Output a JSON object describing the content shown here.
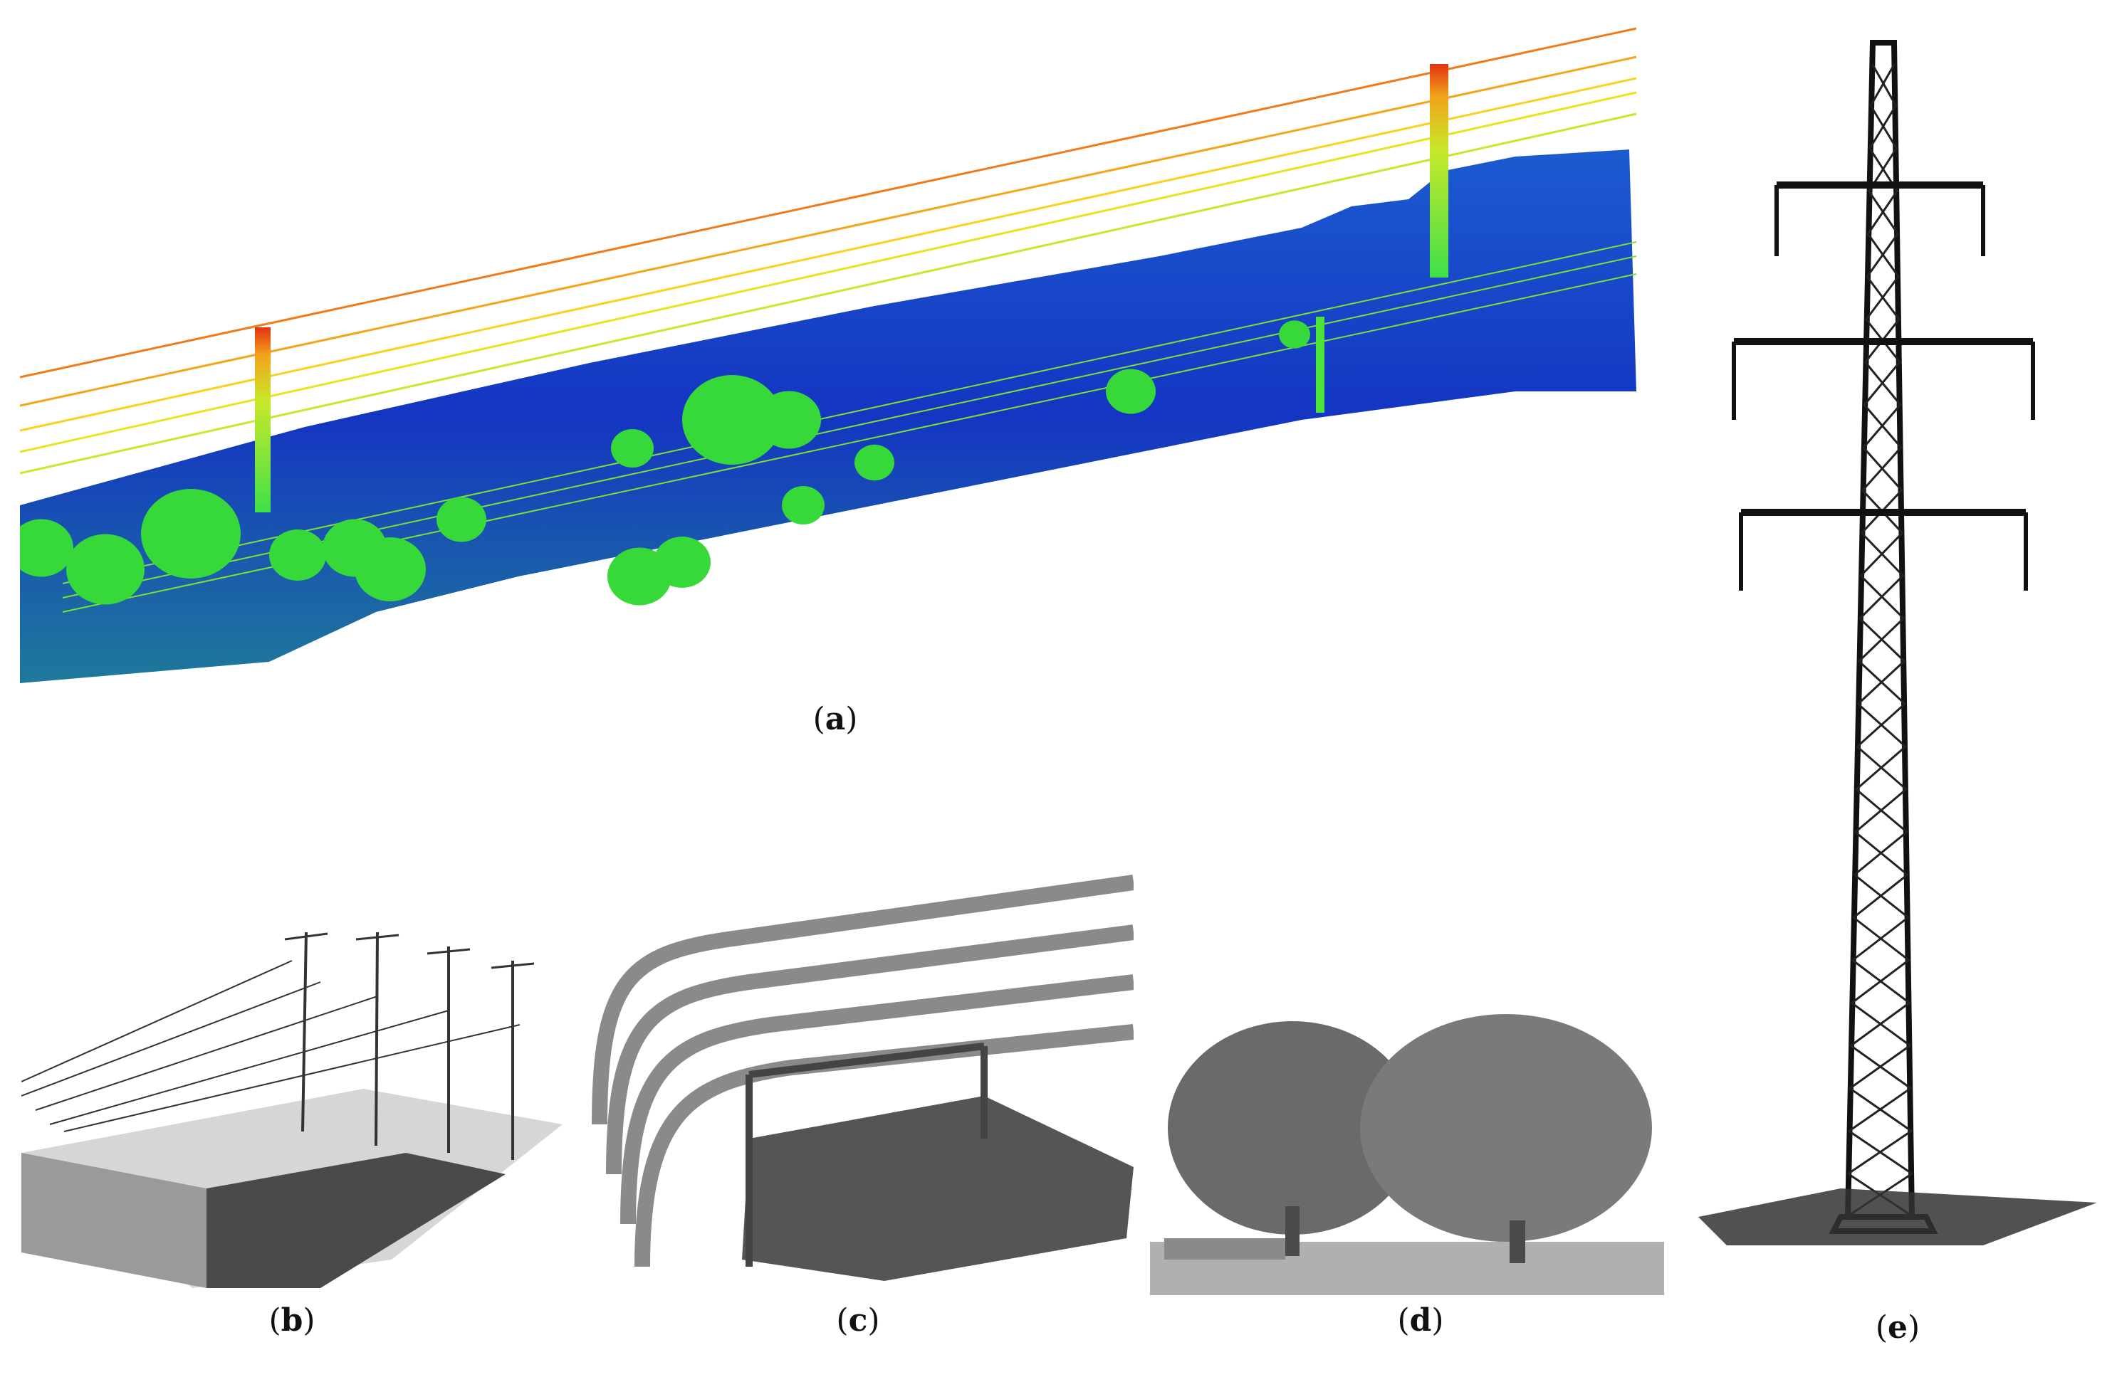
{
  "figure": {
    "panels": [
      {
        "id": "a",
        "label_open": "(",
        "label_letter": "a",
        "label_close": ")"
      },
      {
        "id": "b",
        "label_open": "(",
        "label_letter": "b",
        "label_close": ")"
      },
      {
        "id": "c",
        "label_open": "(",
        "label_letter": "c",
        "label_close": ")"
      },
      {
        "id": "d",
        "label_open": "(",
        "label_letter": "d",
        "label_close": ")"
      },
      {
        "id": "e",
        "label_open": "(",
        "label_letter": "e",
        "label_close": ")"
      }
    ]
  },
  "colors": {
    "ground_dark": "#1a3fc4",
    "ground_mid": "#1f6fb5",
    "vegetation": "#37d93a",
    "pylon_base": "#5fe23a",
    "pylon_top": "#e23a12",
    "wire_high": "#f07a1a",
    "wire_mid": "#f7d21e",
    "wire_low": "#b6e82a",
    "grey_points": "#5a5a5a",
    "black_points": "#111111"
  }
}
